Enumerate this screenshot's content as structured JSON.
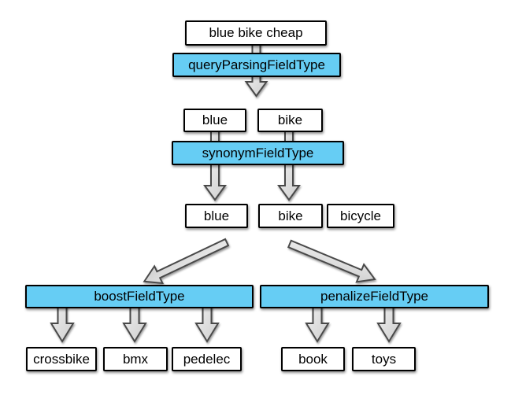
{
  "diagram": {
    "description": "Query processing pipeline flowchart",
    "query_text": "blue bike cheap",
    "colors": {
      "field_type_fill": "#66CDF4",
      "node_fill": "#ffffff",
      "node_border": "#000000",
      "arrow_fill": "#dedede",
      "arrow_stroke": "#4a4a4a",
      "background": "#ffffff"
    },
    "nodes": {
      "query_input": {
        "label": "blue bike cheap",
        "type": "token"
      },
      "query_parsing_field_type": {
        "label": "queryParsingFieldType",
        "type": "field-type"
      },
      "token_blue_parsed": {
        "label": "blue",
        "type": "token"
      },
      "token_bike_parsed": {
        "label": "bike",
        "type": "token"
      },
      "synonym_field_type": {
        "label": "synonymFieldType",
        "type": "field-type"
      },
      "token_blue_expanded": {
        "label": "blue",
        "type": "token"
      },
      "token_bike_expanded": {
        "label": "bike",
        "type": "token"
      },
      "token_bicycle_expanded": {
        "label": "bicycle",
        "type": "token"
      },
      "boost_field_type": {
        "label": "boostFieldType",
        "type": "field-type"
      },
      "penalize_field_type": {
        "label": "penalizeFieldType",
        "type": "field-type"
      },
      "boost_term_crossbike": {
        "label": "crossbike",
        "type": "token"
      },
      "boost_term_bmx": {
        "label": "bmx",
        "type": "token"
      },
      "boost_term_pedelec": {
        "label": "pedelec",
        "type": "token"
      },
      "penalize_term_book": {
        "label": "book",
        "type": "token"
      },
      "penalize_term_toys": {
        "label": "toys",
        "type": "token"
      }
    },
    "edges": [
      "query_input -> queryParsingFieldType",
      "queryParsingFieldType -> blue, bike",
      "blue, bike -> synonymFieldType",
      "synonymFieldType -> blue | bike, bicycle",
      "expanded tokens -> boostFieldType",
      "expanded tokens -> penalizeFieldType",
      "boostFieldType -> crossbike, bmx, pedelec",
      "penalizeFieldType -> book, toys"
    ]
  }
}
